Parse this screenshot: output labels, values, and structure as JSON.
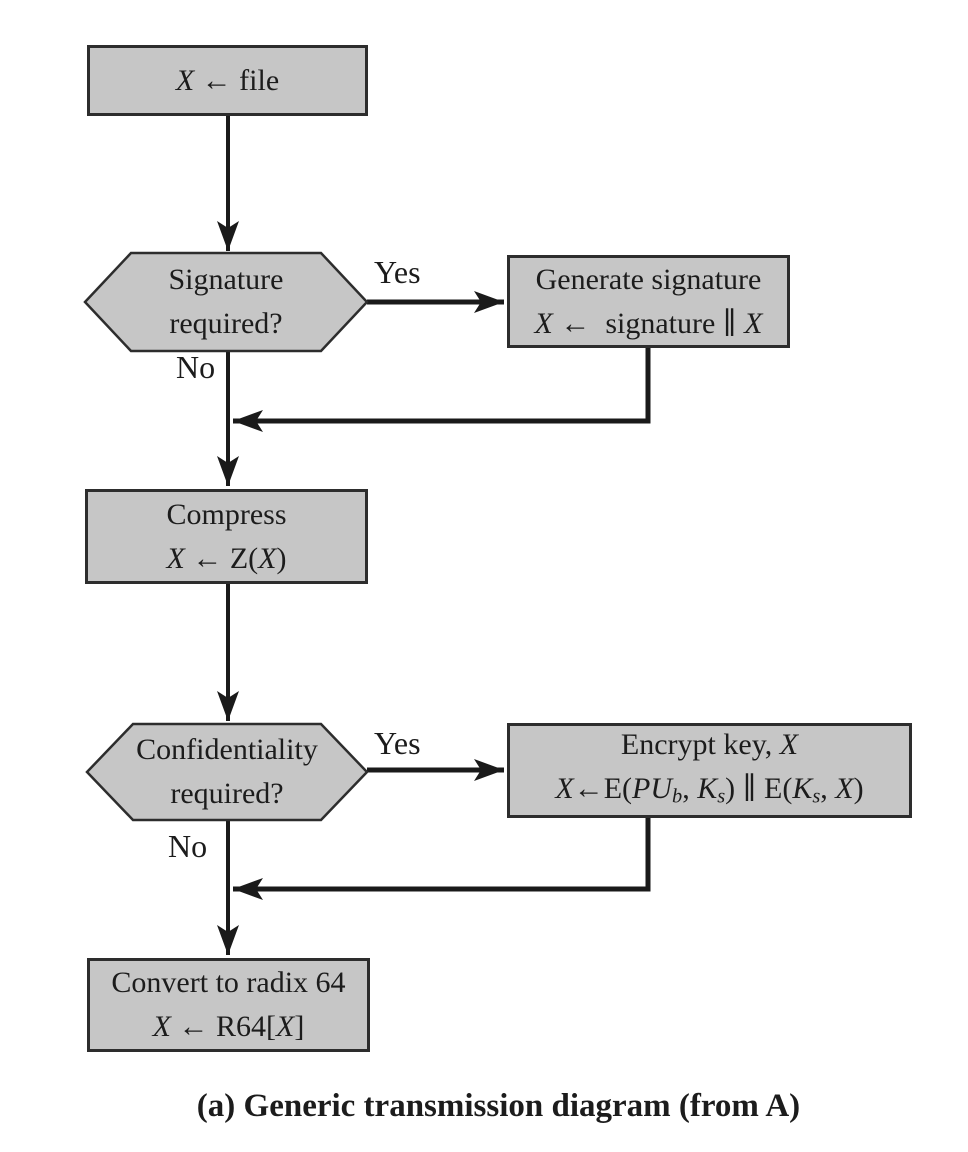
{
  "palette": {
    "background": "#ffffff",
    "node_fill": "#c6c6c6",
    "node_border": "#2d2d2d",
    "line_color": "#1a1a1a",
    "text_color": "#1c1c1c"
  },
  "nodes": {
    "file": {
      "segs": [
        "X",
        " ← file"
      ]
    },
    "signature_decision": {
      "line1": "Signature",
      "line2": "required?"
    },
    "generate": {
      "line1": "Generate signature",
      "segs": [
        "X",
        " ←  signature ∥ ",
        "X"
      ]
    },
    "compress": {
      "line1": "Compress",
      "segs": [
        "X",
        " ← Z(",
        "X",
        ")"
      ]
    },
    "confidentiality_decision": {
      "line1": "Confidentiality",
      "line2": "required?"
    },
    "encrypt": {
      "segs1": [
        "Encrypt key, ",
        "X"
      ],
      "segs2": [
        "X",
        "←E(",
        "PU",
        "b",
        ", ",
        "K",
        "s",
        ") ∥ E(",
        "K",
        "s",
        ", ",
        "X",
        ")"
      ]
    },
    "radix": {
      "line1": "Convert to radix 64",
      "segs": [
        "X",
        " ← R64[",
        "X",
        "]"
      ]
    }
  },
  "labels": {
    "yes_signature": "Yes",
    "no_signature": "No",
    "yes_confidentiality": "Yes",
    "no_confidentiality": "No"
  },
  "caption": "(a) Generic transmission diagram (from A)"
}
